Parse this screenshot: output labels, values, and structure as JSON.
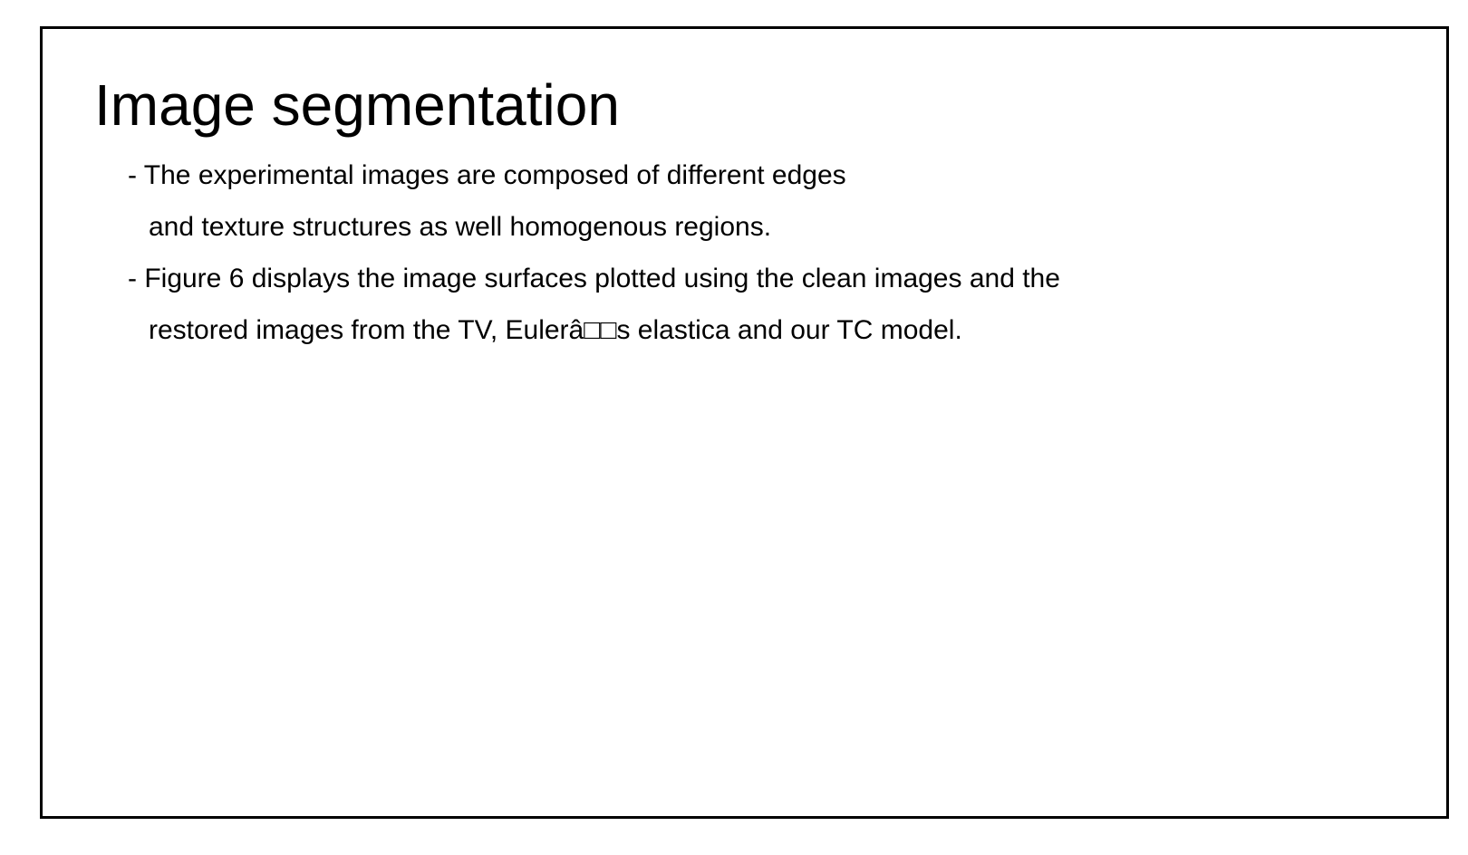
{
  "slide": {
    "title": "Image segmentation",
    "lines": [
      "- The experimental images are composed of different edges",
      "and texture structures as well homogenous regions.",
      "- Figure 6 displays the image surfaces plotted using the clean images and the",
      "restored images from the TV, Eulerâ□□s elastica and our TC model."
    ]
  }
}
